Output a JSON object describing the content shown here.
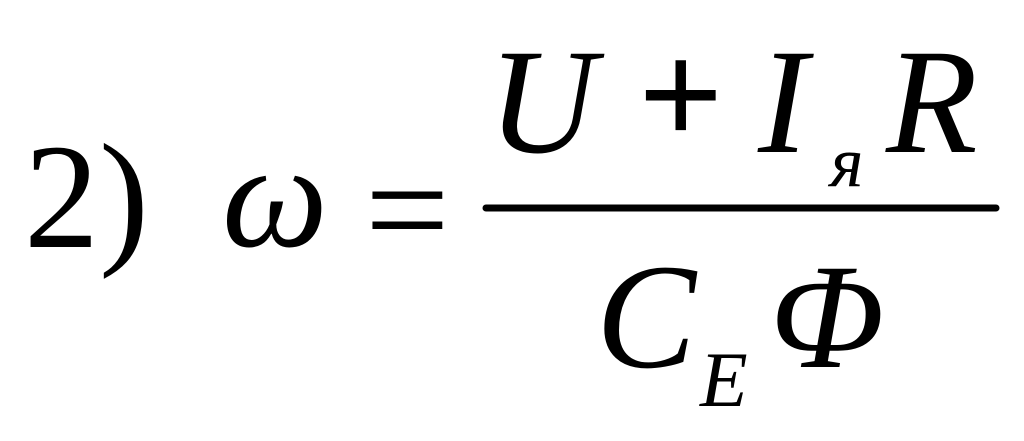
{
  "formula": {
    "item_number": "2)",
    "lhs": "ω",
    "equals": "=",
    "numerator": {
      "u": "U",
      "plus": "+",
      "i": "I",
      "i_subscript": "я",
      "r": "R"
    },
    "denominator": {
      "c": "C",
      "c_subscript": "E",
      "phi": "Φ"
    }
  }
}
